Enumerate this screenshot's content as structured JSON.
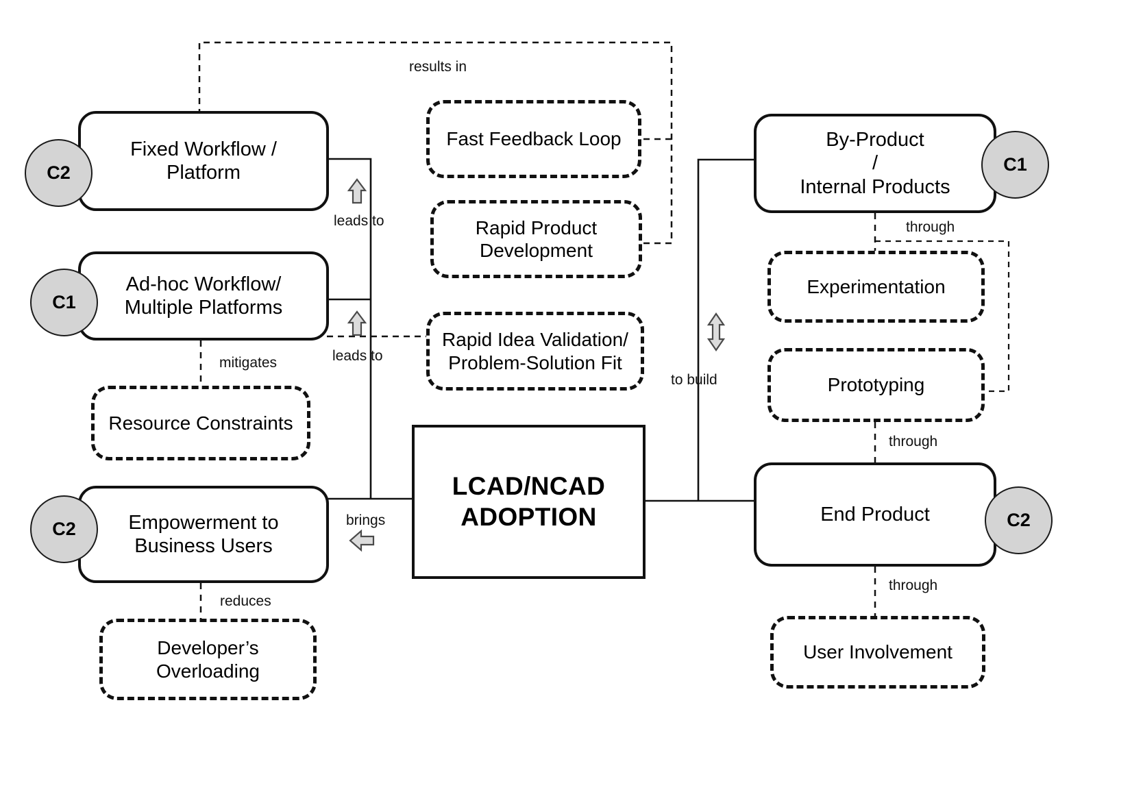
{
  "diagram": {
    "title": "LCAD/NCAD ADOPTION",
    "center": {
      "label": "LCAD/NCAD\nADOPTION",
      "line1": "LCAD/NCAD",
      "line2": "ADOPTION"
    },
    "solid_nodes": [
      {
        "id": "fixed-workflow",
        "line1": "Fixed Workflow /",
        "line2": "Platform",
        "badge": "C2"
      },
      {
        "id": "adhoc-workflow",
        "line1": "Ad-hoc Workflow/",
        "line2": "Multiple Platforms",
        "badge": "C1"
      },
      {
        "id": "empowerment",
        "line1": "Empowerment to",
        "line2": "Business Users",
        "badge": "C2"
      },
      {
        "id": "by-product",
        "line1": "By-Product",
        "line2": "/",
        "line3": "Internal Products",
        "badge": "C1"
      },
      {
        "id": "end-product",
        "line1": "End Product",
        "badge": "C2"
      }
    ],
    "dashed_nodes": [
      {
        "id": "fast-feedback-loop",
        "line1": "Fast Feedback Loop"
      },
      {
        "id": "rapid-product-development",
        "line1": "Rapid Product",
        "line2": "Development"
      },
      {
        "id": "rapid-idea-validation",
        "line1": "Rapid Idea Validation/",
        "line2": "Problem-Solution Fit"
      },
      {
        "id": "resource-constraints",
        "line1": "Resource Constraints"
      },
      {
        "id": "developers-overloading",
        "line1": "Developer’s",
        "line2": "Overloading"
      },
      {
        "id": "experimentation",
        "line1": "Experimentation"
      },
      {
        "id": "prototyping",
        "line1": "Prototyping"
      },
      {
        "id": "user-involvement",
        "line1": "User Involvement"
      }
    ],
    "edge_labels": [
      {
        "id": "results-in",
        "text": "results in"
      },
      {
        "id": "leads-to-top",
        "text": "leads to"
      },
      {
        "id": "leads-to-mid",
        "text": "leads to"
      },
      {
        "id": "mitigates",
        "text": "mitigates"
      },
      {
        "id": "brings",
        "text": "brings"
      },
      {
        "id": "reduces",
        "text": "reduces"
      },
      {
        "id": "to-build",
        "text": "to build"
      },
      {
        "id": "through-1",
        "text": "through"
      },
      {
        "id": "through-2",
        "text": "through"
      },
      {
        "id": "through-3",
        "text": "through"
      }
    ],
    "badges": {
      "c1": "C1",
      "c2": "C2"
    },
    "colors": {
      "stroke": "#111111",
      "badge_fill": "#d4d4d4",
      "arrow_fill": "#d9d9d9",
      "background": "#ffffff",
      "text": "#000000"
    }
  }
}
